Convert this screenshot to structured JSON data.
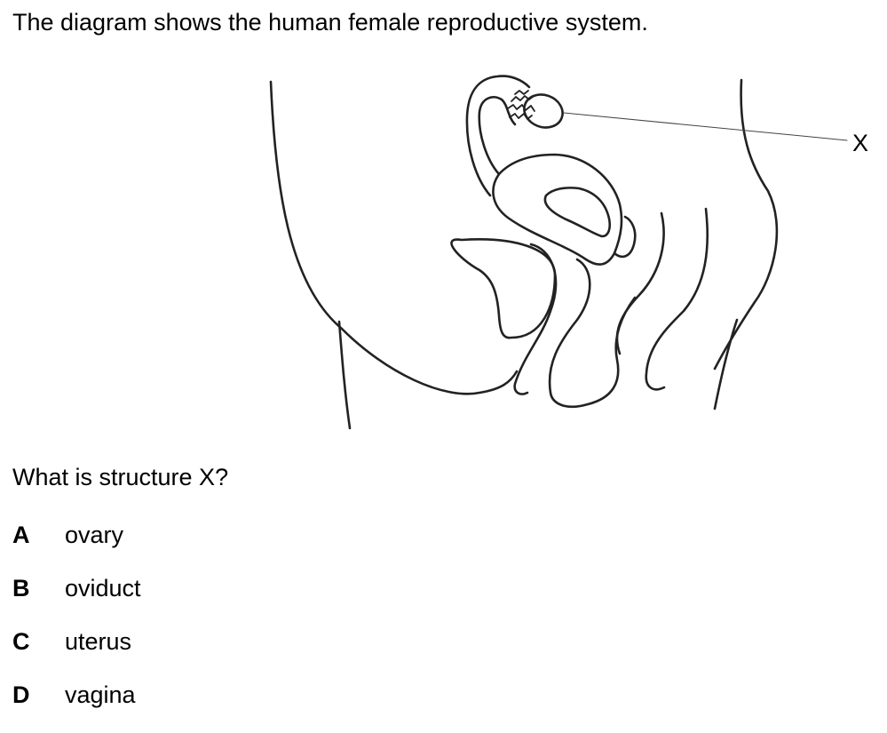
{
  "question": {
    "intro": "The diagram shows the human female reproductive system.",
    "prompt": "What is structure X?",
    "options": [
      {
        "letter": "A",
        "text": "ovary"
      },
      {
        "letter": "B",
        "text": "oviduct"
      },
      {
        "letter": "C",
        "text": "uterus"
      },
      {
        "letter": "D",
        "text": "vagina"
      }
    ]
  },
  "diagram": {
    "label_x": "X"
  }
}
